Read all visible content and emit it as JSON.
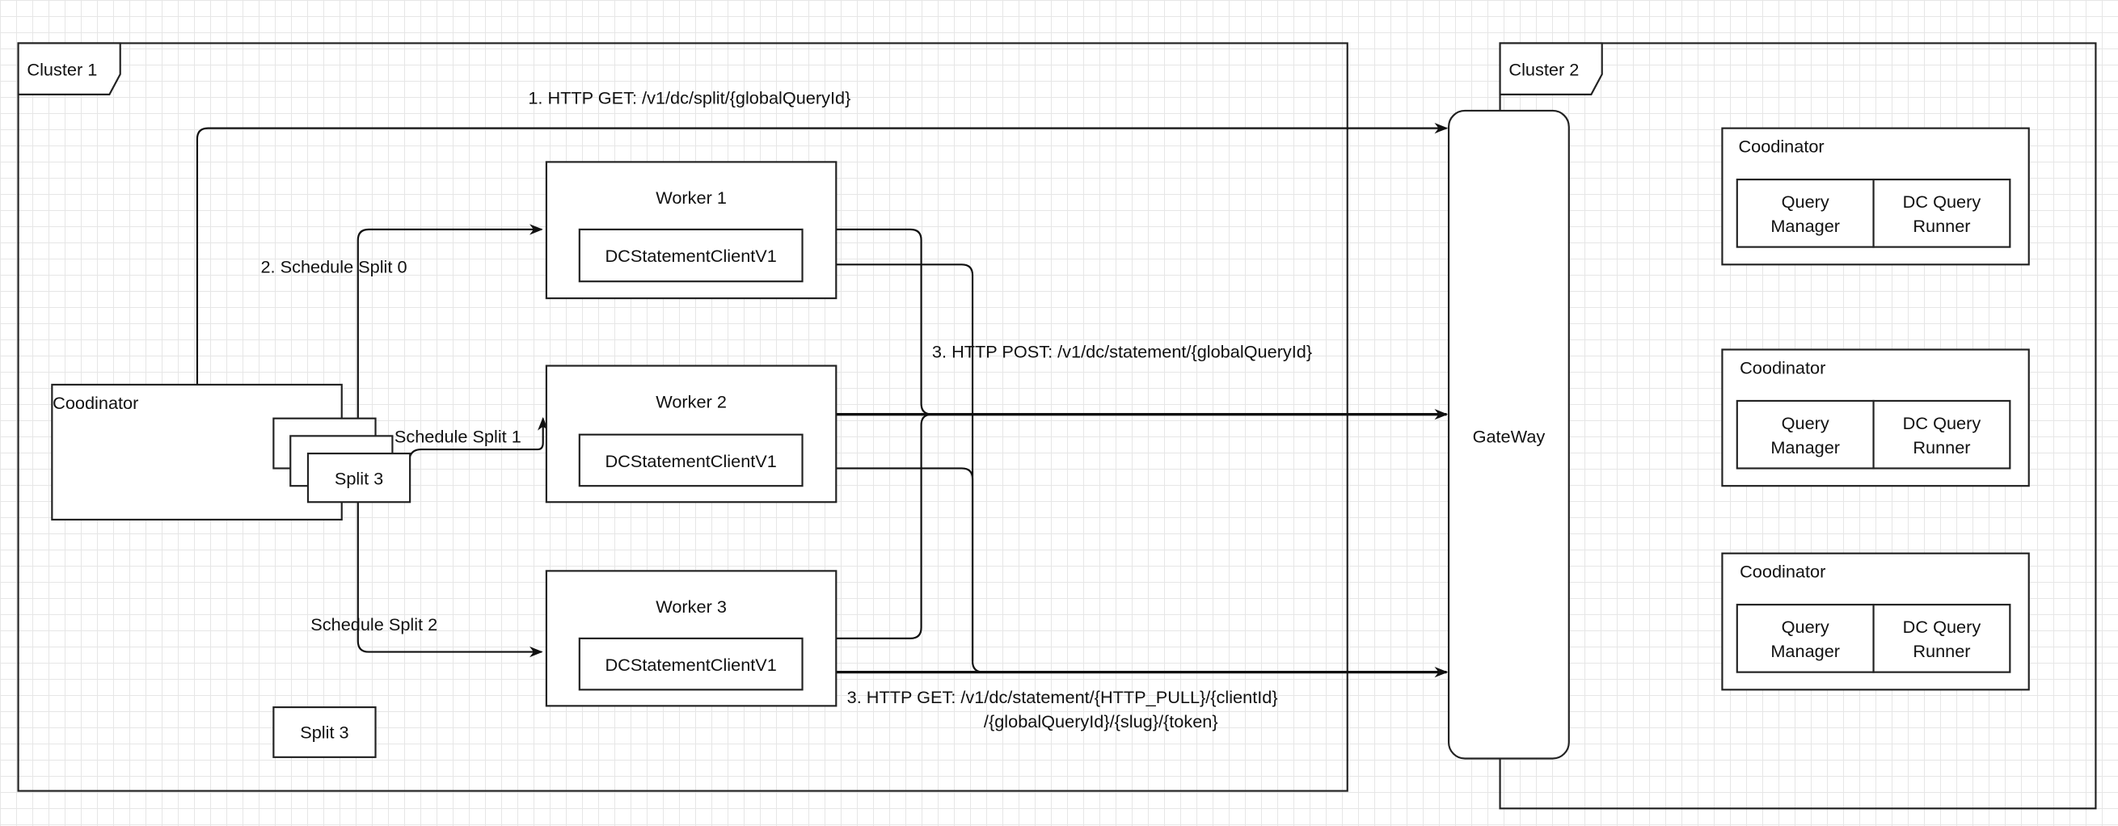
{
  "cluster1": {
    "label": "Cluster 1",
    "coordinator": {
      "label": "Coodinator",
      "split_stack_label": "Split 3"
    },
    "workers": [
      {
        "label": "Worker  1",
        "client": "DCStatementClientV1"
      },
      {
        "label": "Worker  2",
        "client": "DCStatementClientV1"
      },
      {
        "label": "Worker  3",
        "client": "DCStatementClientV1"
      }
    ],
    "standalone_split": "Split 3"
  },
  "cluster2": {
    "label": "Cluster 2",
    "gateway": "GateWay",
    "coordinators": [
      {
        "label": "Coodinator",
        "left": [
          "Query",
          "Manager"
        ],
        "right": [
          "DC Query",
          "Runner"
        ]
      },
      {
        "label": "Coodinator",
        "left": [
          "Query",
          "Manager"
        ],
        "right": [
          "DC Query",
          "Runner"
        ]
      },
      {
        "label": "Coodinator",
        "left": [
          "Query",
          "Manager"
        ],
        "right": [
          "DC Query",
          "Runner"
        ]
      }
    ]
  },
  "edges": {
    "http_get_split": "1. HTTP GET: /v1/dc/split/{globalQueryId}",
    "schedule_split_0": "2. Schedule Split 0",
    "schedule_split_1": "Schedule Split 1",
    "schedule_split_2": "Schedule Split 2",
    "http_post": "3. HTTP POST: /v1/dc/statement/{globalQueryId}",
    "http_get_line1": "3. HTTP GET: /v1/dc/statement/{HTTP_PULL}/{clientId}",
    "http_get_line2": "/{globalQueryId}/{slug}/{token}"
  }
}
